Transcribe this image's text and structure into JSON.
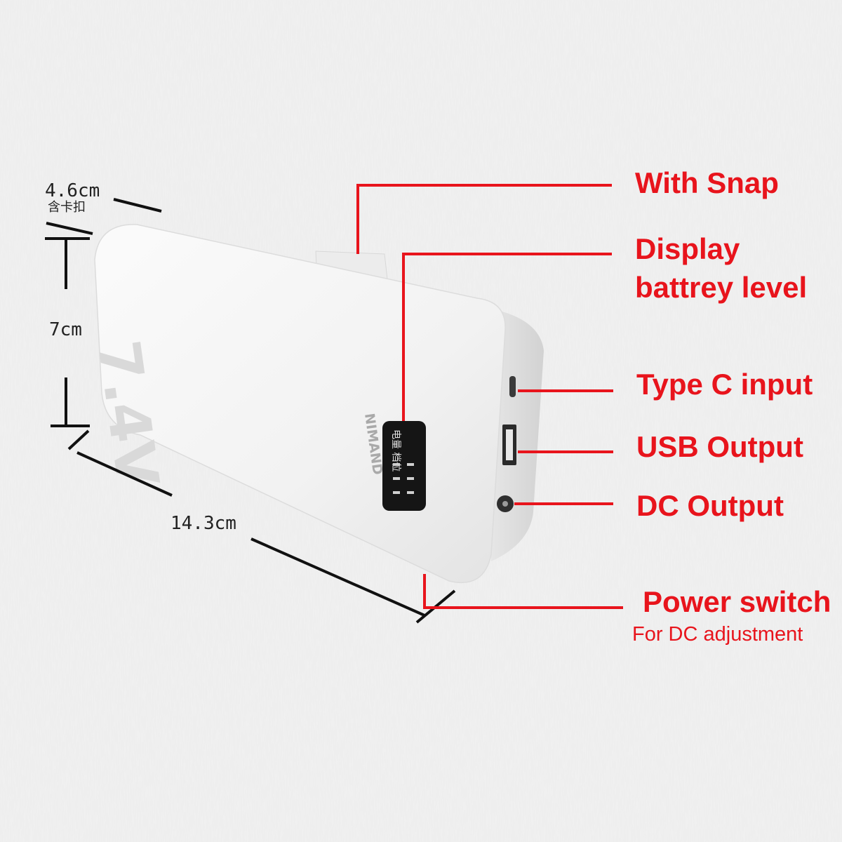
{
  "labels": {
    "snap": "With Snap",
    "display_1": "Display",
    "display_2": "battrey level",
    "type_c": "Type C input",
    "usb": "USB Output",
    "dc": "DC Output",
    "power": "Power switch",
    "power_sub": "For DC  adjustment"
  },
  "dimensions": {
    "depth": "4.6cm",
    "depth_note": "含卡扣",
    "height": "7cm",
    "length": "14.3cm"
  },
  "device": {
    "voltage_text": "7.4V",
    "brand_text": "NIMAND",
    "display_text": "电量 档位"
  },
  "colors": {
    "callout": "#e8141c",
    "background": "#f1f1f1",
    "body": "#f7f7f7"
  }
}
